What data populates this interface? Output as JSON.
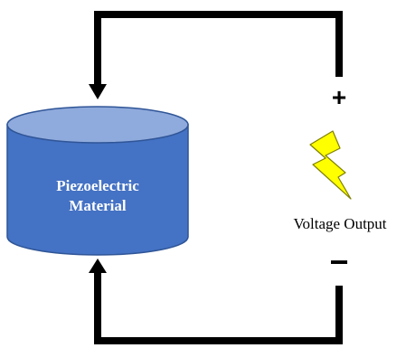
{
  "material": {
    "label_line1": "Piezoelectric",
    "label_line2": "Material"
  },
  "terminals": {
    "positive": "+",
    "negative": "−"
  },
  "output": {
    "label": "Voltage Output"
  },
  "colors": {
    "wire": "#000000",
    "cylinder_body": "#4472c4",
    "cylinder_top": "#8faadc",
    "cylinder_outline": "#2f5597",
    "bolt_fill": "#ffff00",
    "bolt_outline": "#7f7f00"
  },
  "icons": {
    "arrows": "arrow-head-icon",
    "bolt": "lightning-bolt-icon"
  }
}
